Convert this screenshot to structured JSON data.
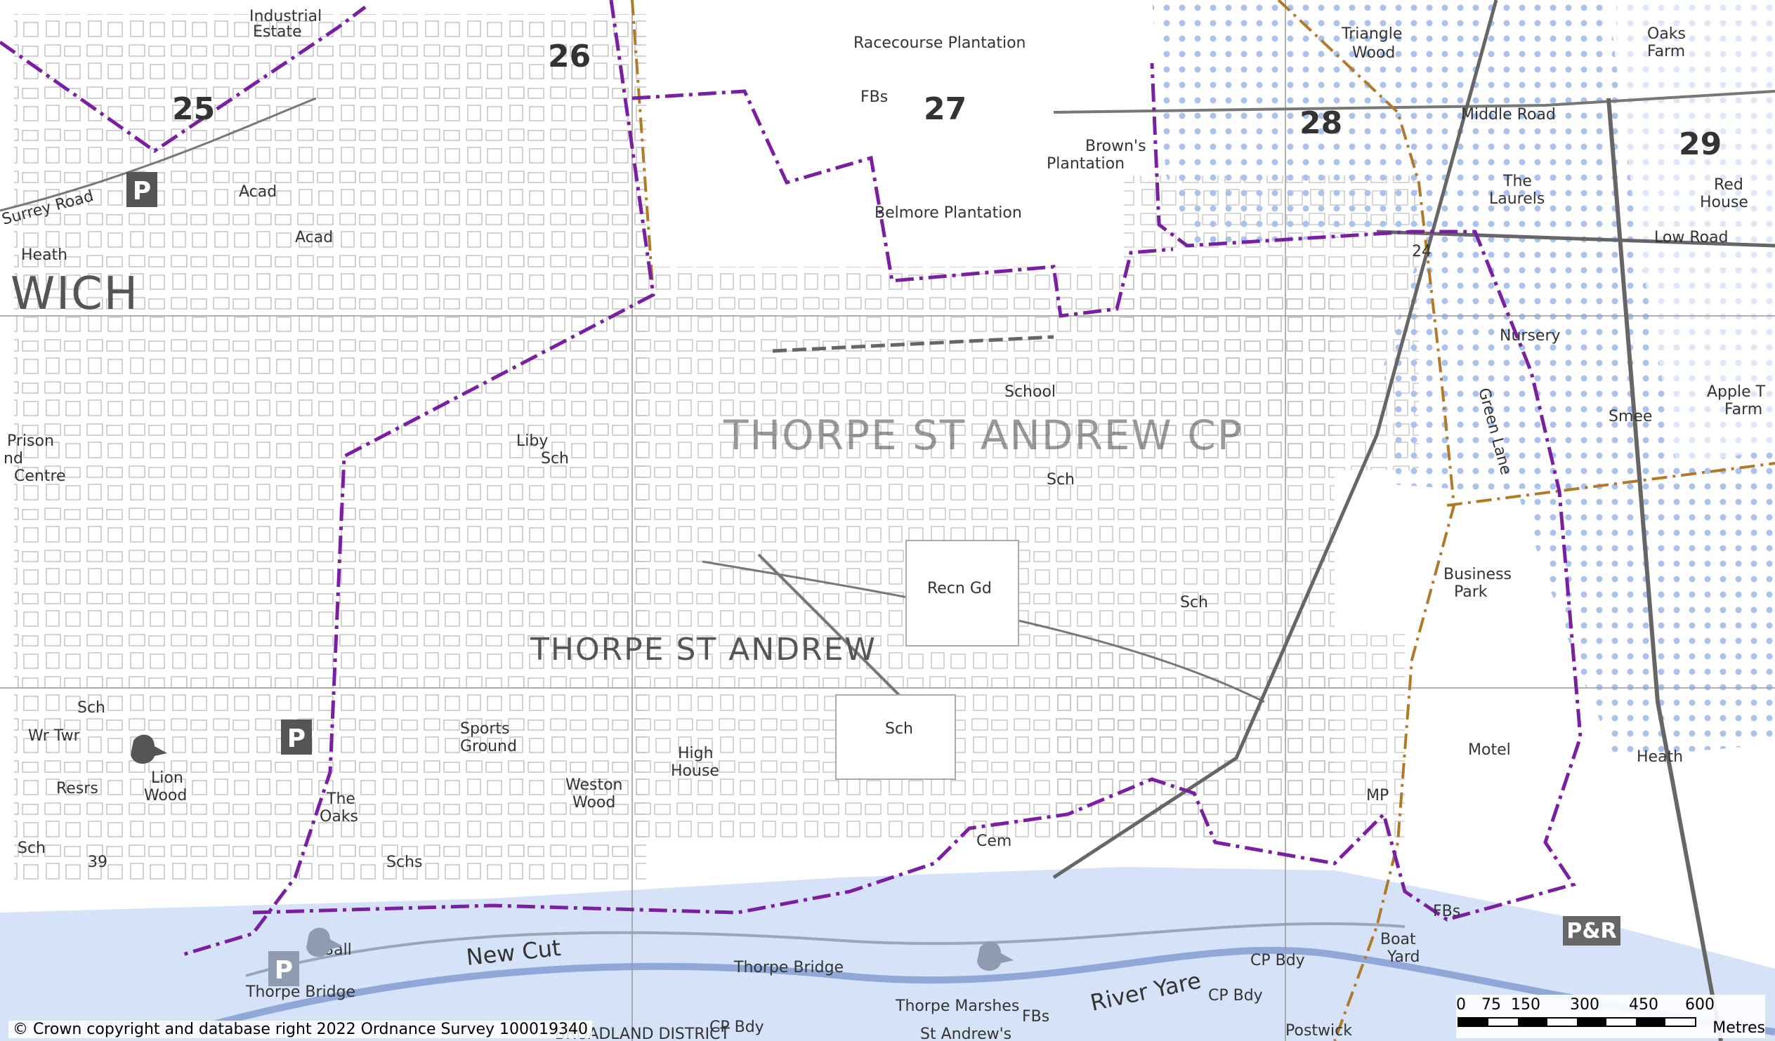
{
  "map": {
    "grid_numbers": [
      "25",
      "26",
      "27",
      "28",
      "29"
    ],
    "places": {
      "wich": "WICH",
      "thorpe_st_andrew_cp": "THORPE ST ANDREW CP",
      "thorpe_st_andrew": "THORPE ST ANDREW",
      "racecourse": "Racecourse Plantation",
      "browns": "Brown's",
      "plantation": "Plantation",
      "belmore": "Belmore Plantation",
      "triangle": "Triangle",
      "wood": "Wood",
      "middle_road": "Middle Road",
      "low_road": "Low Road",
      "oaks": "Oaks",
      "farm": "Farm",
      "red": "Red",
      "house": "House",
      "the": "The",
      "laurels": "Laurels",
      "nursery": "Nursery",
      "green_lane": "Green Lane",
      "school": "School",
      "liby": "Liby",
      "sch": "Sch",
      "recn_gd": "Recn Gd",
      "business": "Business",
      "park": "Park",
      "motel": "Motel",
      "mp": "MP",
      "cem": "Cem",
      "sports": "Sports",
      "ground": "Ground",
      "high": "High",
      "weston": "Weston",
      "lion": "Lion",
      "oaks2": "Oaks",
      "schs": "Schs",
      "acad": "Acad",
      "heath": "Heath",
      "surrey_road": "Surrey Road",
      "prison": "Prison",
      "nd": "nd",
      "centre": "Centre",
      "wr_twr": "Wr Twr",
      "resrs": "Resrs",
      "new_cut": "New Cut",
      "thorpe_bridge": "Thorpe Bridge",
      "thorpe_marshes": "Thorpe Marshes",
      "fbs": "FBs",
      "river_yare": "River Yare",
      "cp_bdy": "CP Bdy",
      "boat": "Boat",
      "yard": "Yard",
      "smee": "Smee",
      "apple_t": "Apple T",
      "farm2": "Farm",
      "heath_farm_a": "Heath",
      "industrial": "Industrial",
      "estate": "Estate",
      "ball": "Ball",
      "st_andrews": "St Andrew's",
      "postwick": "Postwick",
      "broadland_district": "BROADLAND DISTRICT",
      "num_24": "24",
      "num_39": "39",
      "parking": "P",
      "park_ride": "P&R"
    },
    "colors": {
      "boundary": "#7b1fa2",
      "district_boundary": "#b07a2a",
      "water": "#d6e2f7",
      "dots": "#a9c3ee"
    }
  },
  "copyright": "© Crown copyright and database right 2022 Ordnance Survey 100019340",
  "scale": {
    "ticks": [
      "0",
      "75",
      "150",
      "300",
      "450",
      "600"
    ],
    "units": "Metres"
  }
}
